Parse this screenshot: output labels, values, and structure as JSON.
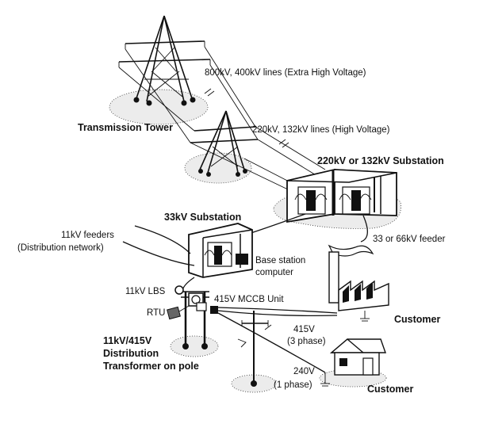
{
  "labels": {
    "ehv_lines": "800kV, 400kV lines (Extra High Voltage)",
    "transmission_tower": "Transmission Tower",
    "hv_lines": "220kV, 132kV lines (High Voltage)",
    "substation_220": "220kV or 132kV Substation",
    "substation_33": "33kV Substation",
    "feeders": "11kV feeders",
    "distribution_network": "(Distribution network)",
    "feeder_33_66": "33 or 66kV feeder",
    "base_station": "Base station",
    "computer": "computer",
    "lbs": "11kV LBS",
    "rtu": "RTU",
    "mccb": "415V MCCB Unit",
    "dist_transformer_line1": "11kV/415V",
    "dist_transformer_line2": "Distribution",
    "dist_transformer_line3": "Transformer on pole",
    "v415": "415V",
    "three_phase": "(3 phase)",
    "v240": "240V",
    "one_phase": "(1 phase)",
    "customer_factory": "Customer",
    "customer_house": "Customer"
  }
}
